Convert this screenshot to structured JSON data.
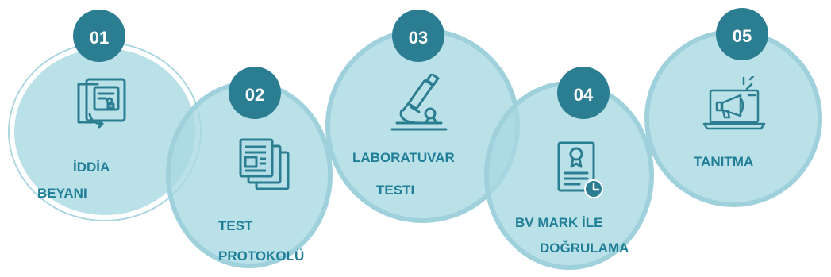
{
  "colors": {
    "badge": "#2b7d92",
    "label": "#1f7e97",
    "circle": "#a8d8e2",
    "icon": "#2b7d92"
  },
  "steps": [
    {
      "number": "01",
      "line1": "İDDİA",
      "line2": "BEYANI",
      "icon": "claim-document-icon"
    },
    {
      "number": "02",
      "line1": "TEST",
      "line2": "PROTOKOLÜ",
      "icon": "protocol-documents-icon"
    },
    {
      "number": "03",
      "line1": "LABORATUVAR",
      "line2": "TESTI",
      "icon": "microscope-icon"
    },
    {
      "number": "04",
      "line1": "BV MARK İLE",
      "line2": "DOĞRULAMA",
      "icon": "certificate-icon"
    },
    {
      "number": "05",
      "line1": "TANITMA",
      "line2": "",
      "icon": "laptop-megaphone-icon"
    }
  ]
}
